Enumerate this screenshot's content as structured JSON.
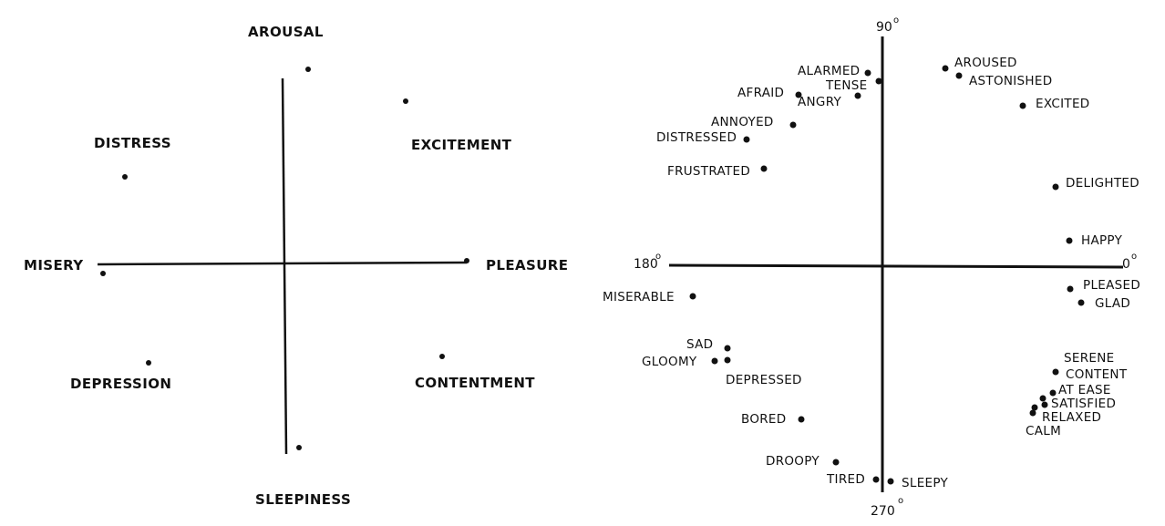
{
  "colors": {
    "ink": "#111111",
    "background": "#ffffff"
  },
  "left_diagram": {
    "labels": {
      "arousal": "AROUSAL",
      "excitement": "EXCITEMENT",
      "pleasure": "PLEASURE",
      "contentment": "CONTENTMENT",
      "sleepiness": "SLEEPINESS",
      "depression": "DEPRESSION",
      "misery": "MISERY",
      "distress": "DISTRESS"
    }
  },
  "right_diagram": {
    "axis_labels": {
      "deg_90": "90",
      "deg_0": "0",
      "deg_180": "180",
      "deg_270": "270",
      "degree_mark": "o"
    },
    "words": {
      "aroused": "AROUSED",
      "astonished": "ASTONISHED",
      "alarmed": "ALARMED",
      "tense": "TENSE",
      "afraid": "AFRAID",
      "angry": "ANGRY",
      "excited": "EXCITED",
      "annoyed": "ANNOYED",
      "distressed": "DISTRESSED",
      "frustrated": "FRUSTRATED",
      "delighted": "DELIGHTED",
      "happy": "HAPPY",
      "pleased": "PLEASED",
      "glad": "GLAD",
      "miserable": "MISERABLE",
      "sad": "SAD",
      "gloomy": "GLOOMY",
      "depressed": "DEPRESSED",
      "serene": "SERENE",
      "content": "CONTENT",
      "at_ease": "AT EASE",
      "satisfied": "SATISFIED",
      "relaxed": "RELAXED",
      "calm": "CALM",
      "bored": "BORED",
      "droopy": "DROOPY",
      "tired": "TIRED",
      "sleepy": "SLEEPY"
    }
  }
}
